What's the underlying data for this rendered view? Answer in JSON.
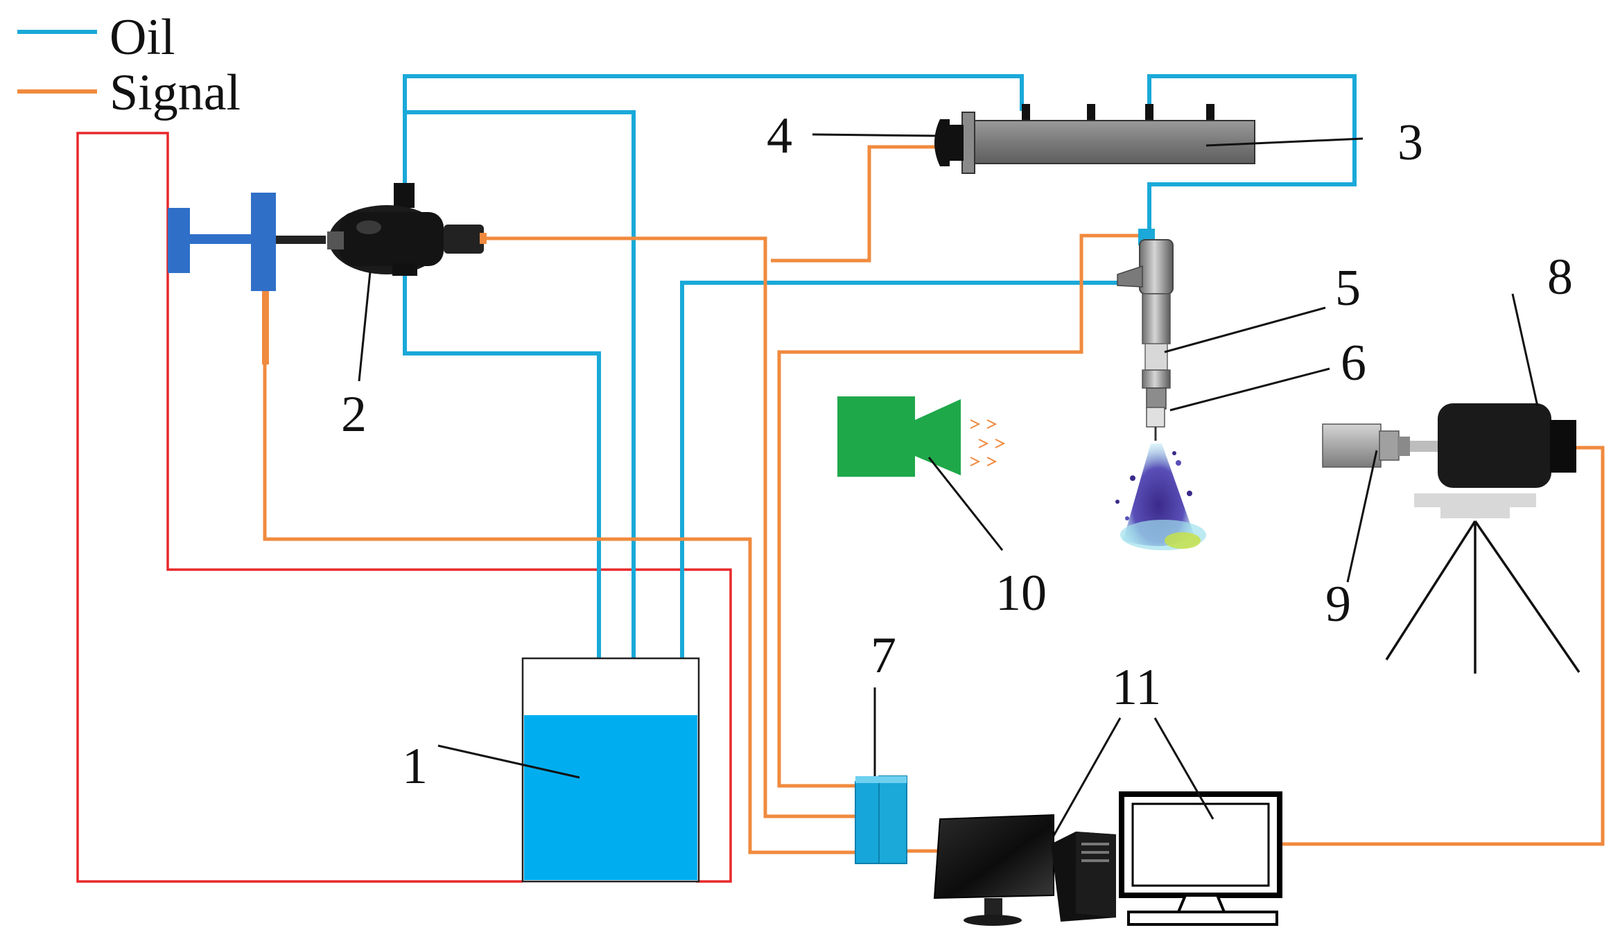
{
  "legend": [
    {
      "label": "Oil",
      "color": "#1aa9d8"
    },
    {
      "label": "Signal",
      "color": "#f08a3e"
    }
  ],
  "colors": {
    "oil": "#1aa9d8",
    "signal": "#f08a3e",
    "power": "#e8282b",
    "tank_fluid": "#00aeef",
    "motor_blue": "#2f6fc8",
    "light_source": "#1fa84a",
    "rail": "#7f7f7f",
    "camera_body": "#1a1a1a"
  },
  "labels": {
    "l1": "1",
    "l2": "2",
    "l3": "3",
    "l4": "4",
    "l5": "5",
    "l6": "6",
    "l7": "7",
    "l8": "8",
    "l9": "9",
    "l10": "10",
    "l11": "11"
  },
  "components": [
    {
      "id": "1",
      "icon": "fuel-tank-icon"
    },
    {
      "id": "2",
      "icon": "high-pressure-pump-icon"
    },
    {
      "id": "3",
      "icon": "common-rail-icon"
    },
    {
      "id": "4",
      "icon": "pressure-sensor-icon"
    },
    {
      "id": "5",
      "icon": "injector-icon"
    },
    {
      "id": "6",
      "icon": "nozzle-icon"
    },
    {
      "id": "7",
      "icon": "controller-box-icon"
    },
    {
      "id": "8",
      "icon": "high-speed-camera-icon"
    },
    {
      "id": "9",
      "icon": "camera-lens-icon"
    },
    {
      "id": "10",
      "icon": "light-source-icon"
    },
    {
      "id": "11",
      "icon": "computer-icon"
    }
  ]
}
